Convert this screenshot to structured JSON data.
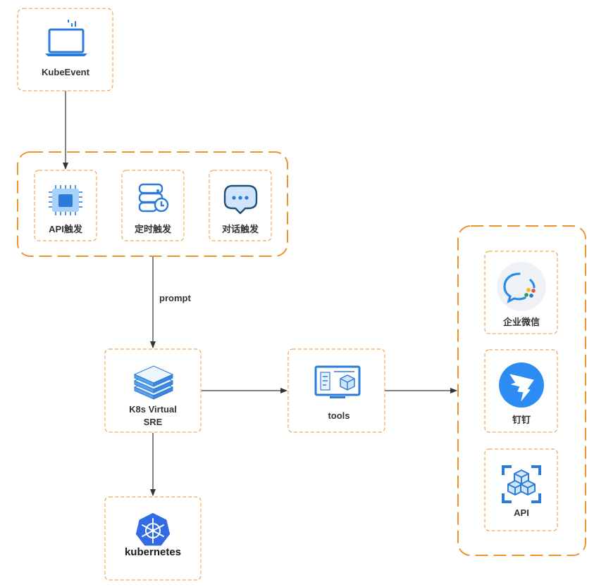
{
  "colors": {
    "border": "#f0922b",
    "edge": "#333333",
    "icon_blue": "#2b7cd9",
    "kubernetes_blue": "#326ce5",
    "dingtalk_blue": "#2c8cf4"
  },
  "nodes": {
    "kubeevent": {
      "label": "KubeEvent",
      "icon": "laptop-icon"
    },
    "triggers": [
      {
        "label": "API触发",
        "icon": "chip-icon"
      },
      {
        "label": "定时触发",
        "icon": "database-clock-icon"
      },
      {
        "label": "对话触发",
        "icon": "chat-bubble-icon"
      }
    ],
    "sre": {
      "label_line1": "K8s Virtual",
      "label_line2": "SRE",
      "icon": "server-stack-icon"
    },
    "tools": {
      "label": "tools",
      "icon": "dashboard-window-icon"
    },
    "kubernetes": {
      "label": "kubernetes",
      "icon": "helm-wheel-icon"
    },
    "outputs": [
      {
        "label": "企业微信",
        "icon": "wecom-icon"
      },
      {
        "label": "钉钉",
        "icon": "dingtalk-icon"
      },
      {
        "label": "API",
        "icon": "api-cubes-icon"
      }
    ]
  },
  "edges": {
    "prompt_label": "prompt"
  }
}
